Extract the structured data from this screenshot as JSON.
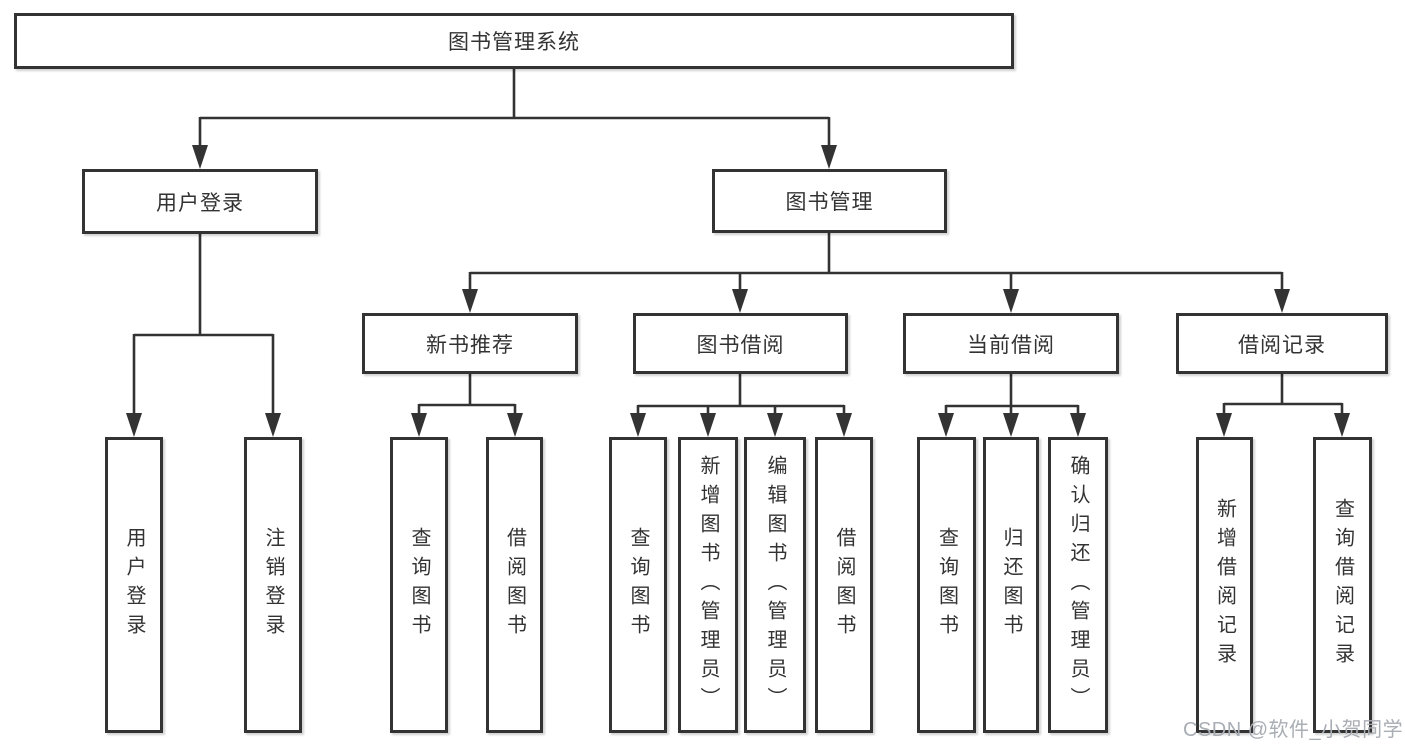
{
  "title": "图书管理系统",
  "colors": {
    "line": "#333333",
    "border": "#333333",
    "text": "#333333",
    "background": "#ffffff",
    "watermark": "#a9aeb5"
  },
  "watermark": {
    "text": "CSDN @软件_小贺同学"
  },
  "tree": {
    "label": "图书管理系统",
    "children": [
      {
        "label": "用户登录",
        "children": [
          {
            "label": "用户登录"
          },
          {
            "label": "注销登录"
          }
        ]
      },
      {
        "label": "图书管理",
        "children": [
          {
            "label": "新书推荐",
            "children": [
              {
                "label": "查询图书"
              },
              {
                "label": "借阅图书"
              }
            ]
          },
          {
            "label": "图书借阅",
            "children": [
              {
                "label": "查询图书"
              },
              {
                "label": "新增图书（管理员）"
              },
              {
                "label": "编辑图书（管理员）"
              },
              {
                "label": "借阅图书"
              }
            ]
          },
          {
            "label": "当前借阅",
            "children": [
              {
                "label": "查询图书"
              },
              {
                "label": "归还图书"
              },
              {
                "label": "确认归还（管理员）"
              }
            ]
          },
          {
            "label": "借阅记录",
            "children": [
              {
                "label": "新增借阅记录"
              },
              {
                "label": "查询借阅记录"
              }
            ]
          }
        ]
      }
    ]
  }
}
